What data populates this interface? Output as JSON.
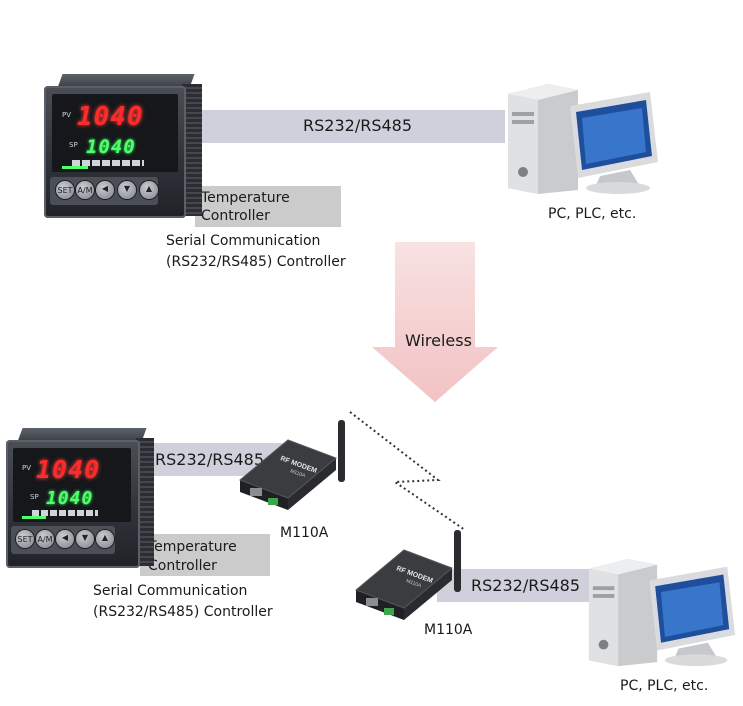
{
  "top": {
    "link_label": "RS232/RS485",
    "controller_label": "Temperature\nController",
    "controller_caption_line1": "Serial Communication",
    "controller_caption_line2": "(RS232/RS485) Controller",
    "pc_label": "PC, PLC, etc.",
    "pv_display": "1040",
    "sp_display": "1040",
    "pv_tag": "PV",
    "sp_tag": "SP"
  },
  "transition": {
    "label": "Wireless"
  },
  "bottom": {
    "left_link_label": "RS232/RS485",
    "right_link_label": "RS232/RS485",
    "controller_label_line1": "Temperature",
    "controller_label_line2": "Controller",
    "controller_caption_line1": "Serial Communication",
    "controller_caption_line2": "(RS232/RS485) Controller",
    "modem_left_label": "M110A",
    "modem_right_label": "M110A",
    "modem_print": "RF MODEM",
    "modem_model": "M110A",
    "pc_label": "PC, PLC, etc.",
    "pv_display": "1040",
    "sp_display": "1040",
    "pv_tag": "PV",
    "sp_tag": "SP"
  },
  "buttons": [
    "SET",
    "A/M"
  ],
  "colors": {
    "link_band": "#cfd0dc",
    "label_box": "#cbcbcb",
    "arrow": "#f4c9ca",
    "display_red": "#ff2a2a",
    "display_green": "#4dff6a"
  },
  "icons": [
    "temperature-controller-icon",
    "desktop-pc-icon",
    "rf-modem-icon",
    "down-arrow-icon",
    "wireless-link-icon"
  ]
}
